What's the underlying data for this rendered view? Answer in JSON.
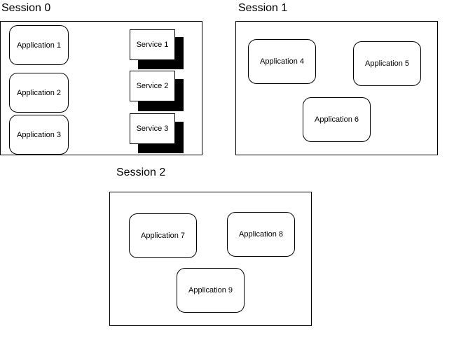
{
  "sessions": [
    {
      "title": "Session 0",
      "applications": [
        "Application 1",
        "Application 2",
        "Application 3"
      ],
      "services": [
        "Service 1",
        "Service 2",
        "Service 3"
      ]
    },
    {
      "title": "Session 1",
      "applications": [
        "Application 4",
        "Application 5",
        "Application 6"
      ]
    },
    {
      "title": "Session 2",
      "applications": [
        "Application 7",
        "Application 8",
        "Application 9"
      ]
    }
  ]
}
